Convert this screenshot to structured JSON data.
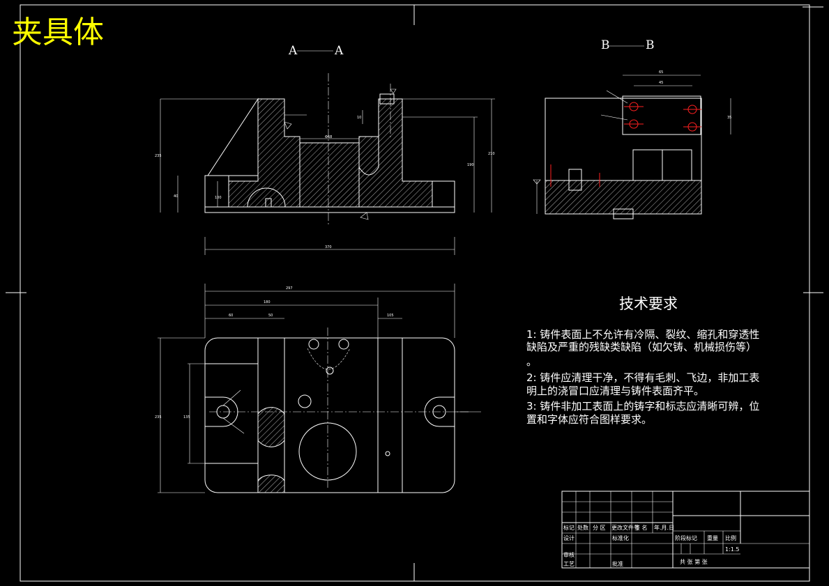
{
  "drawing": {
    "title": "夹具体",
    "section_aa": {
      "left": "A",
      "right": "A"
    },
    "section_bb": {
      "left": "B",
      "right": "B"
    }
  },
  "tech_requirements": {
    "heading": "技术要求",
    "lines": [
      "1: 铸件表面上不允许有冷隔、裂纹、缩孔和穿透性",
      "缺陷及严重的残缺类缺陷（如欠铸、机械损伤等）",
      "。",
      "2: 铸件应清理干净，不得有毛刺、飞边，非加工表",
      "明上的浇冒口应清理与铸件表面齐平。",
      "3: 铸件非加工表面上的铸字和标志应清晰可辨，位",
      "置和字体应符合图样要求。"
    ]
  },
  "title_block": {
    "row_headers": [
      "标记",
      "处数",
      "分 区",
      "更改文件号",
      "签 名",
      "年.月.日"
    ],
    "design": "设计",
    "standardize": "标准化",
    "review": "审核",
    "process": "工艺",
    "approve": "批准",
    "stage_mark": "阶段标记",
    "weight": "重量",
    "scale_label": "比例",
    "scale_value": "1:1.5",
    "sheets": "共   张   第   张"
  },
  "dimensions": {
    "aa_total_width": "370",
    "aa_height_left": "235",
    "aa_height_right": "210",
    "aa_inner": "190",
    "aa_bore": "Φ68",
    "aa_base": "40",
    "aa_step": "100",
    "aa_small": "10",
    "plan_width": "297",
    "plan_a": "180",
    "plan_b": "60",
    "plan_c": "50",
    "plan_d": "105",
    "plan_height": "235",
    "plan_e": "135",
    "bb_top": "65",
    "bb_inner": "45",
    "bb_right": "35"
  },
  "colors": {
    "background": "#000000",
    "lines": "#ffffff",
    "title": "#ffff00",
    "accent": "#ff2020"
  }
}
